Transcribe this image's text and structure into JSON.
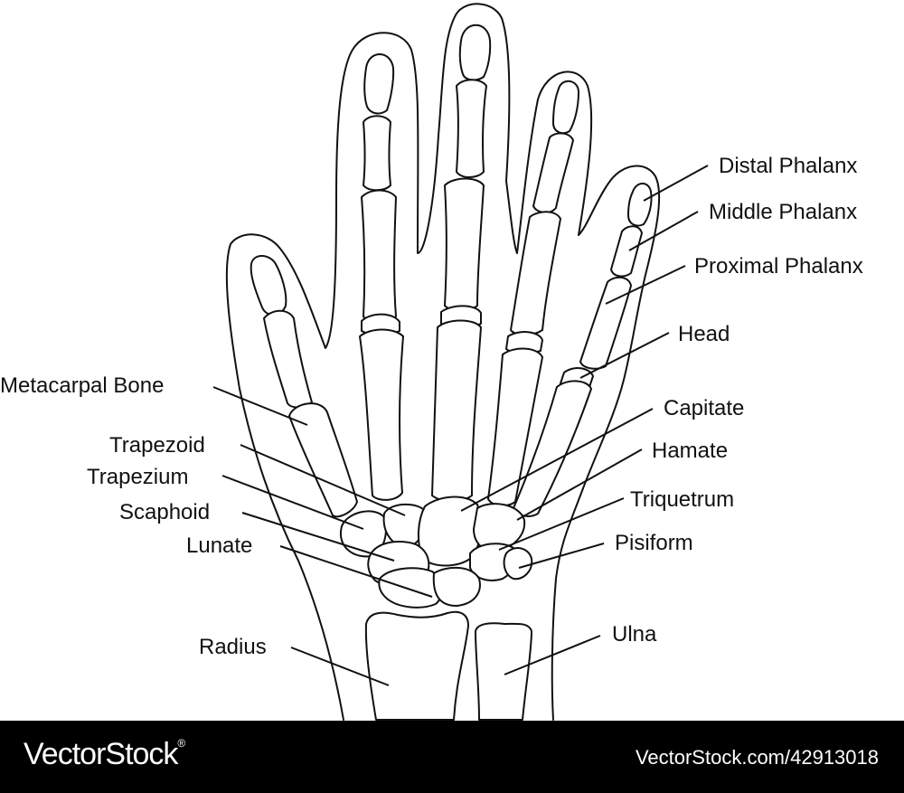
{
  "labels": {
    "distal_phalanx": "Distal Phalanx",
    "middle_phalanx": "Middle Phalanx",
    "proximal_phalanx": "Proximal Phalanx",
    "head": "Head",
    "metacarpal_bone": "Metacarpal Bone",
    "capitate": "Capitate",
    "trapezoid": "Trapezoid",
    "hamate": "Hamate",
    "trapezium": "Trapezium",
    "triquetrum": "Triquetrum",
    "scaphoid": "Scaphoid",
    "pisiform": "Pisiform",
    "lunate": "Lunate",
    "radius": "Radius",
    "ulna": "Ulna"
  },
  "footer": {
    "brand": "VectorStock",
    "brand_mark": "®",
    "image_id": "VectorStock.com/42913018"
  },
  "colors": {
    "line": "#111111",
    "background": "#ffffff",
    "footer_bg": "#000000",
    "footer_text": "#ffffff"
  }
}
